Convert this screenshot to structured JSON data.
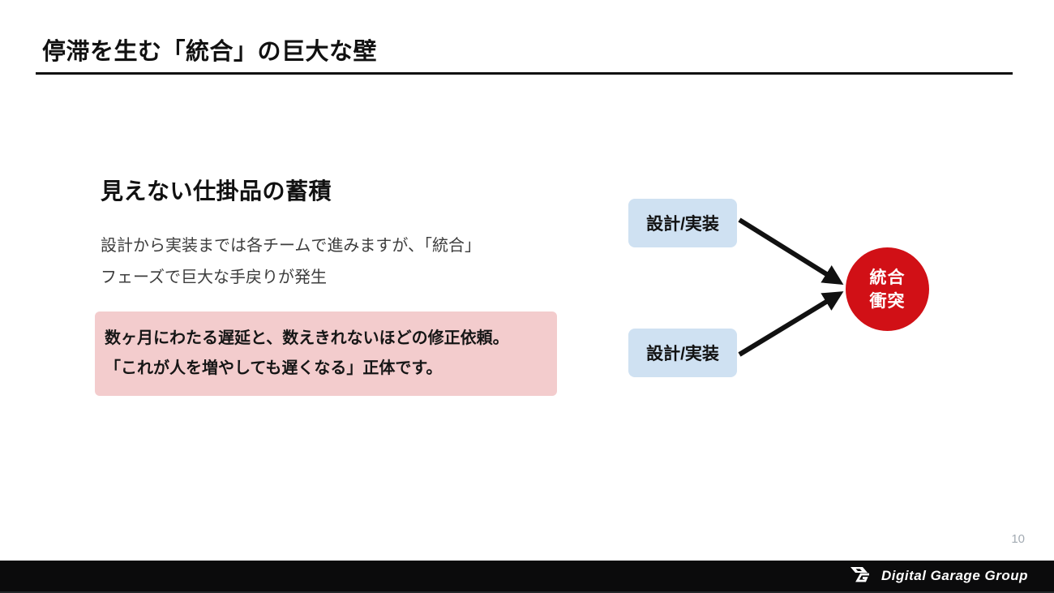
{
  "slide": {
    "title": "停滞を生む「統合」の巨大な壁",
    "page_number": "10"
  },
  "main": {
    "heading": "見えない仕掛品の蓄積",
    "body_lines": [
      "設計から実装までは各チームで進みますが、「統合」",
      "フェーズで巨大な手戻りが発生"
    ],
    "callout_lines": [
      "数ヶ月にわたる遅延と、数えきれないほどの修正依頼。",
      "「これが人を増やしても遅くなる」正体です。"
    ]
  },
  "diagram": {
    "source_boxes": [
      "設計/実装",
      "設計/実装"
    ],
    "result_circle_lines": [
      "統合",
      "衝突"
    ]
  },
  "footer": {
    "brand": "Digital Garage Group",
    "logo": "dg-mark-icon"
  },
  "colors": {
    "title_black": "#111111",
    "body_gray": "#3d3d3d",
    "callout_pink": "#f3cccd",
    "box_blue": "#cfe1f2",
    "circle_red": "#d11016",
    "arrow_black": "#111111",
    "page_number_gray": "#a3abb3",
    "footer_black": "#0b0b0c"
  }
}
